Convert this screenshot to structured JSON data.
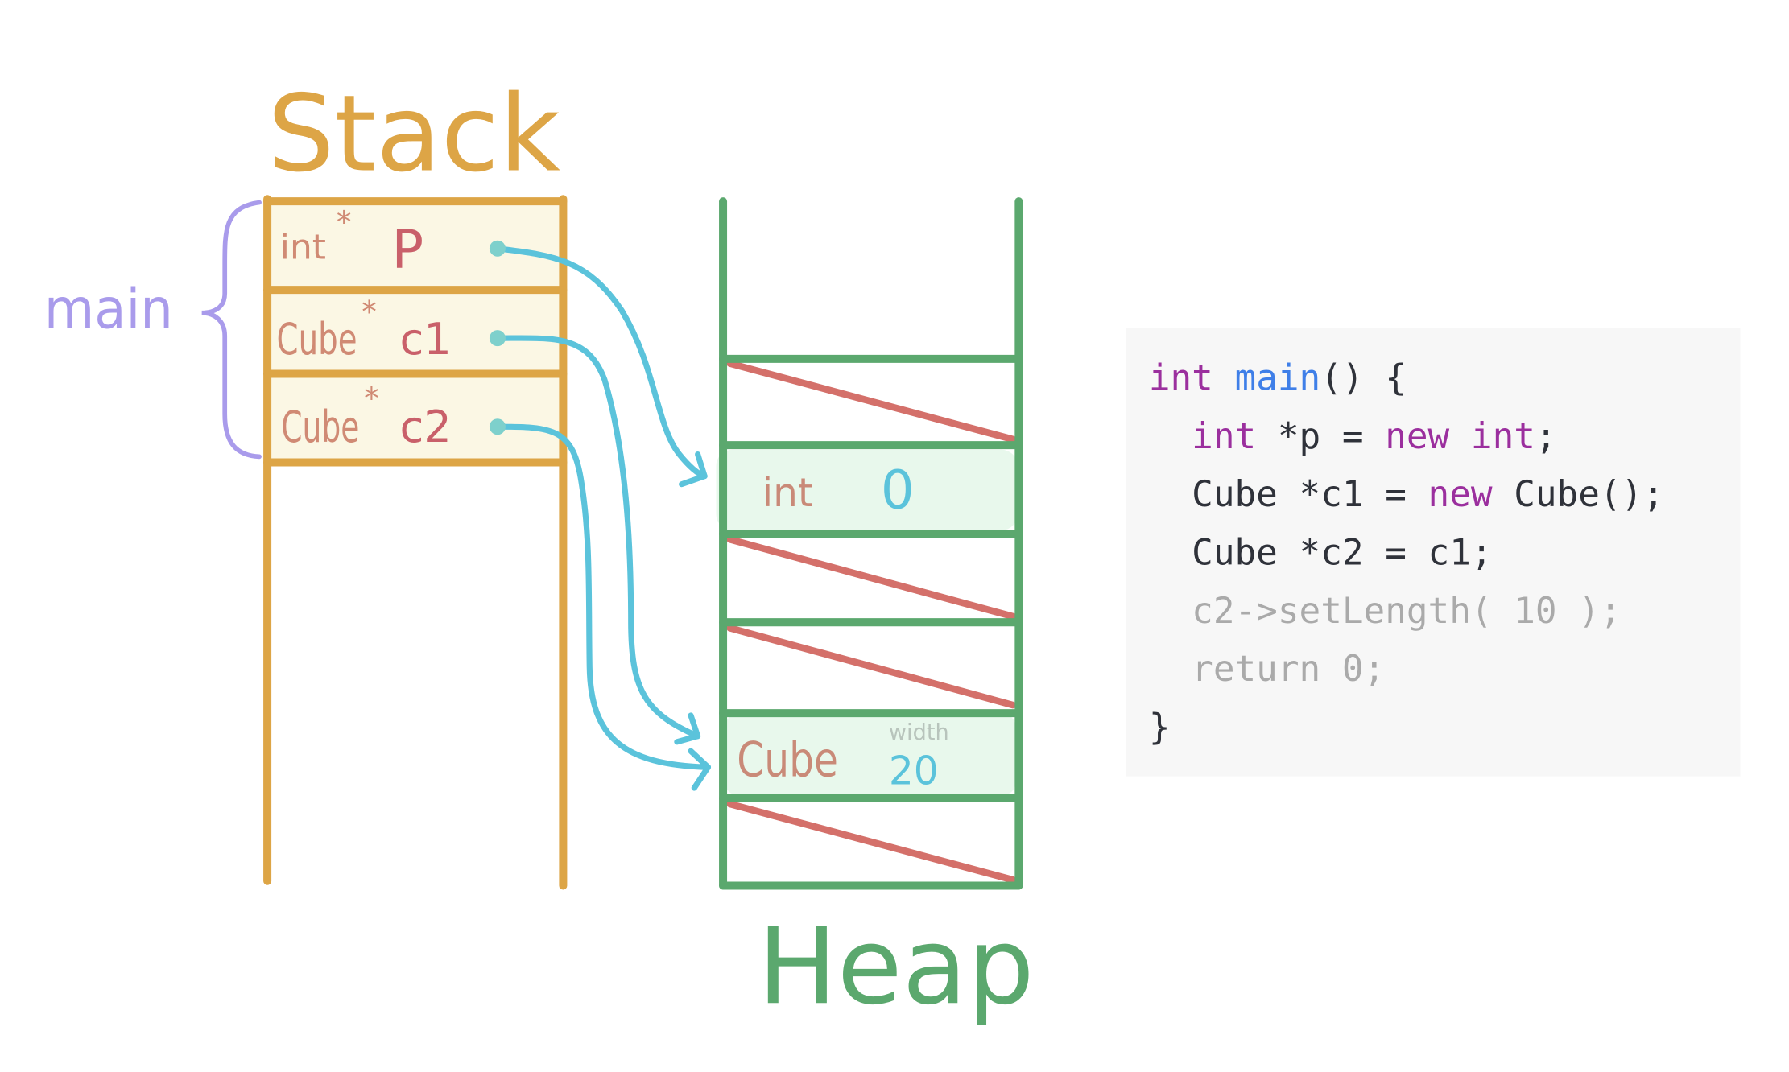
{
  "stack": {
    "title": "Stack",
    "frame_label": "main",
    "slots": [
      {
        "type": "int",
        "star": "*",
        "name": "P"
      },
      {
        "type": "Cube",
        "star": "*",
        "name": "c1"
      },
      {
        "type": "Cube",
        "star": "*",
        "name": "c2"
      }
    ]
  },
  "heap": {
    "title": "Heap",
    "int_slot": {
      "type": "int",
      "value": "0"
    },
    "cube_slot": {
      "type": "Cube",
      "field": "width",
      "value": "20"
    }
  },
  "code": {
    "lines": [
      {
        "parts": [
          {
            "t": "int",
            "c": "kw"
          },
          {
            "t": " ",
            "c": "pl"
          },
          {
            "t": "main",
            "c": "fn"
          },
          {
            "t": "() {",
            "c": "pl"
          }
        ]
      },
      {
        "parts": [
          {
            "t": "  ",
            "c": "pl"
          },
          {
            "t": "int",
            "c": "kw"
          },
          {
            "t": " *p = ",
            "c": "pl"
          },
          {
            "t": "new",
            "c": "kw"
          },
          {
            "t": " ",
            "c": "pl"
          },
          {
            "t": "int",
            "c": "kw"
          },
          {
            "t": ";",
            "c": "pl"
          }
        ]
      },
      {
        "parts": [
          {
            "t": "  Cube *c1 = ",
            "c": "pl"
          },
          {
            "t": "new",
            "c": "kw"
          },
          {
            "t": " Cube();",
            "c": "pl"
          }
        ]
      },
      {
        "parts": [
          {
            "t": "  Cube *c2 = c1;",
            "c": "pl"
          }
        ]
      },
      {
        "parts": [
          {
            "t": "  c2->setLength( 10 );",
            "c": "dim"
          }
        ]
      },
      {
        "parts": [
          {
            "t": "  return 0;",
            "c": "dim"
          }
        ]
      },
      {
        "parts": [
          {
            "t": "}",
            "c": "pl"
          }
        ]
      }
    ]
  },
  "colors": {
    "stack": "#DDA546",
    "stack_fill": "#FBF7E4",
    "heap": "#5BA86E",
    "heap_fill": "#E8F8EC",
    "freed": "#D4706A",
    "pointer": "#5BC3DB",
    "frame": "#A99BEB",
    "type_text": "#D08A74",
    "name_text": "#C9606A",
    "kw": "#9B2F9E",
    "fn": "#3F7FE8",
    "pl": "#2F323A",
    "dim": "#AAAAAA",
    "code_bg": "#F7F7F7"
  }
}
